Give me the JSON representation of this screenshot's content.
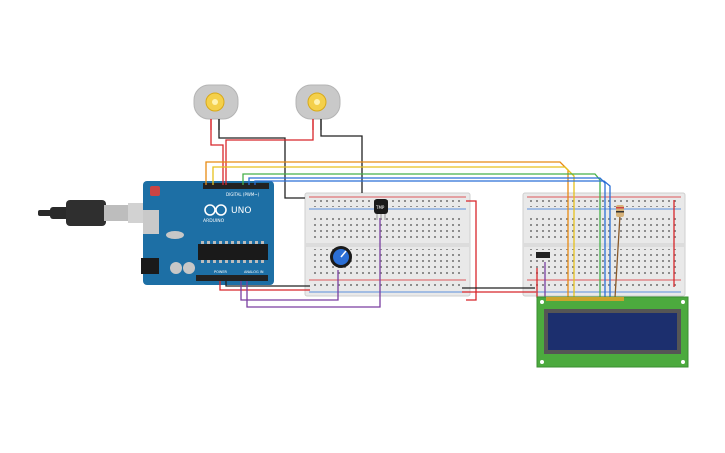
{
  "components": {
    "arduino": {
      "brand": "ARDUINO",
      "model": "UNO",
      "digital_label": "DIGITAL (PWM~)",
      "power_label": "POWER",
      "analog_label": "ANALOG IN"
    },
    "motors": [
      {
        "name": "dc-motor-1"
      },
      {
        "name": "dc-motor-2"
      }
    ],
    "temperature_sensor": {
      "label": "TMP"
    },
    "potentiometer": {
      "name": "potentiometer"
    },
    "lcd": {
      "name": "lcd-16x2"
    }
  },
  "colors": {
    "board_blue": "#1d6fa5",
    "breadboard": "#e9e9e9",
    "lcd_green": "#4caa3e",
    "lcd_screen": "#1c2f6e",
    "wire_red": "#d8262b",
    "wire_black": "#222222",
    "wire_orange": "#e88a12",
    "wire_yellow": "#e6c11c",
    "wire_green": "#46b04a",
    "wire_blue": "#2b6fd6",
    "wire_purple": "#7a3fa0",
    "wire_brown": "#8a5a2b"
  }
}
